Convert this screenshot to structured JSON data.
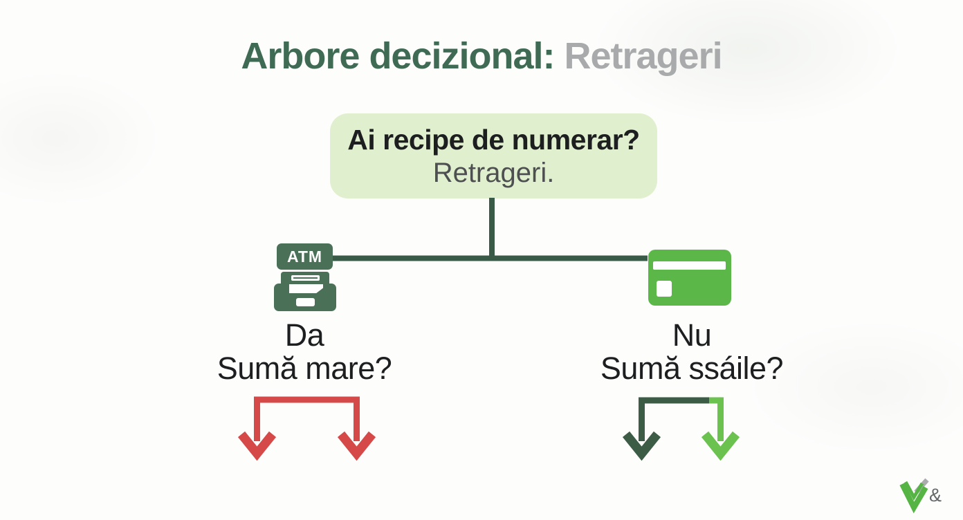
{
  "title": {
    "primary": "Arbore decizional:",
    "secondary": " Retrageri"
  },
  "root": {
    "question": "Ai recipe de numerar?",
    "subtitle": "Retrageri."
  },
  "left_branch": {
    "icon": "atm-icon",
    "atm_label": "ATM",
    "answer": "Da",
    "question": "Sumă mare?",
    "arrow_color": "#d54a49"
  },
  "right_branch": {
    "icon": "credit-card-icon",
    "answer": "Nu",
    "question": "Sumă ssáile?",
    "arrow_colors": [
      "#3d5c45",
      "#6cc24f"
    ]
  },
  "footer": {
    "ampersand": "&",
    "logo_icon": "chevron-v-logo"
  },
  "colors": {
    "title_green": "#3f6a54",
    "title_gray": "#a8aaac",
    "node_bg": "#e0efcd",
    "text_dark": "#1d1e20",
    "text_gray": "#4e4f51",
    "connector": "#3a5a48",
    "atm_green": "#4b7058",
    "card_green": "#5bb748",
    "arrow_red": "#d54a49",
    "arrow_dark": "#3d5c45",
    "arrow_light": "#6cc24f",
    "logo_green": "#56b445",
    "logo_gray": "#a9abad",
    "amp_gray": "#64676a"
  }
}
